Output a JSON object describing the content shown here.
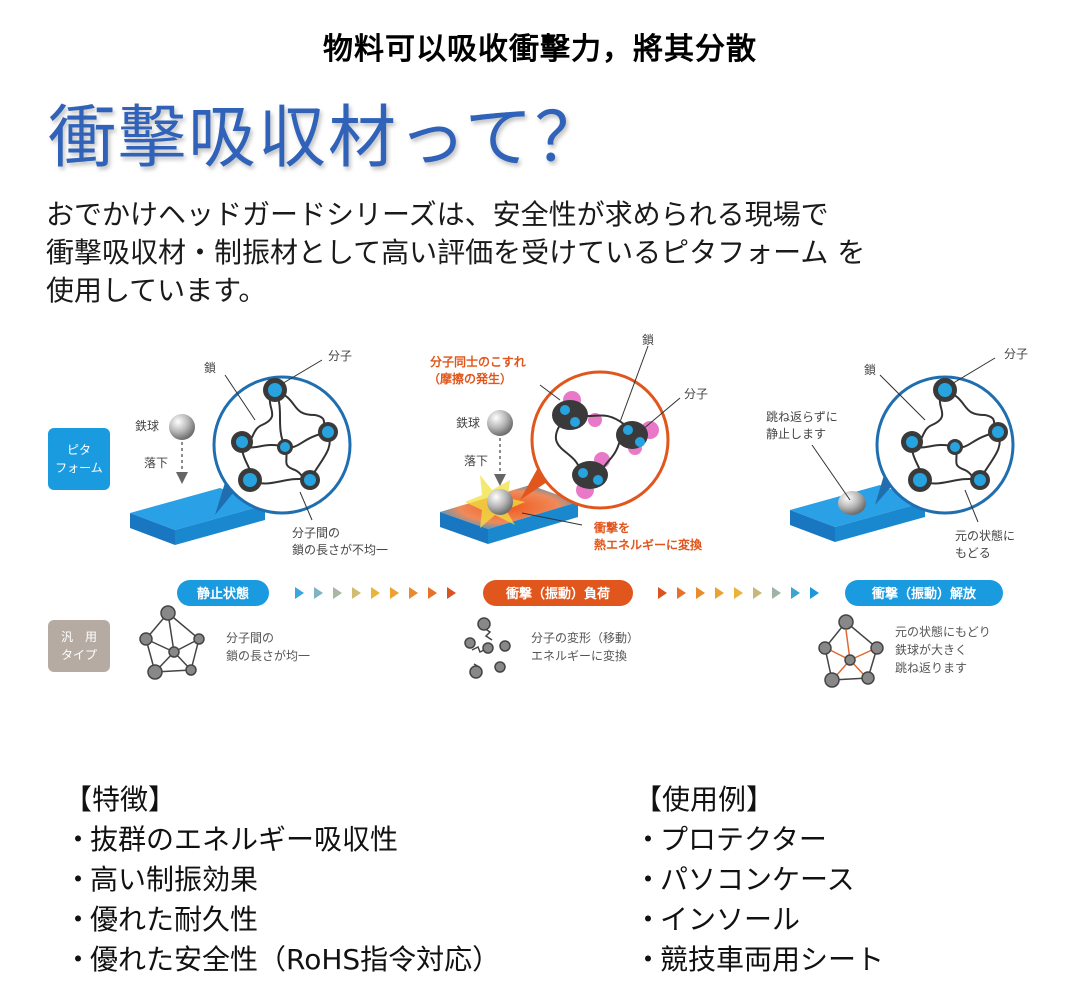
{
  "header": {
    "chinese_caption": "物料可以吸收衝擊力，將其分散",
    "title": "衝擊吸収材って？"
  },
  "intro": {
    "lines": [
      "おでかけヘッドガードシリーズは、安全性が求められる現場で",
      "衝撃吸収材・制振材として高い評価を受けているピタフォーム を",
      "使用しています。"
    ]
  },
  "diagram": {
    "row_labels": {
      "pita_foam": [
        "ピタ",
        "フォーム"
      ],
      "general_type": [
        "汎　用",
        "タイプ"
      ]
    },
    "panel_1": {
      "chain": "鎖",
      "molecule": "分子",
      "steel_ball": "鉄球",
      "drop": "落下",
      "note": [
        "分子間の",
        "鎖の長さが不均一"
      ]
    },
    "panel_2": {
      "friction": [
        "分子同士のこすれ",
        "（摩擦の発生）"
      ],
      "chain": "鎖",
      "molecule": "分子",
      "steel_ball": "鉄球",
      "drop": "落下",
      "note": [
        "衝撃を",
        "熱エネルギーに変換"
      ]
    },
    "panel_3": {
      "chain": "鎖",
      "molecule": "分子",
      "stop": [
        "跳ね返らずに",
        "静止します"
      ],
      "note": [
        "元の状態に",
        "もどる"
      ]
    },
    "stages": [
      {
        "label": "静止状態",
        "color": "#1a9be0"
      },
      {
        "label": "衝撃（振動）負荷",
        "color": "#e0561c"
      },
      {
        "label": "衝撃（振動）解放",
        "color": "#1a9be0"
      }
    ],
    "arrow_colors_1": [
      "#3aa6df",
      "#7fb3c3",
      "#a9b7a5",
      "#d1bc74",
      "#eab43c",
      "#eca232",
      "#e98a2c",
      "#e57228",
      "#dc5320"
    ],
    "arrow_colors_2": [
      "#dc5320",
      "#e57228",
      "#e98a2c",
      "#eca232",
      "#eab43c",
      "#c8b878",
      "#9cb3a6",
      "#3aa6d0",
      "#1e96dc"
    ],
    "general": {
      "col_1": [
        "分子間の",
        "鎖の長さが均一"
      ],
      "col_2": [
        "分子の変形（移動）",
        "エネルギーに変換"
      ],
      "col_3": [
        "元の状態にもどり",
        "鉄球が大きく",
        "跳ね返ります"
      ]
    },
    "colors": {
      "blue": "#1a9be0",
      "orange": "#e0561c",
      "gray_label": "#b5aba3",
      "magenta": "#e040b0",
      "circle_blue": "#1f6fb0"
    }
  },
  "features": {
    "heading": "【特徴】",
    "items": [
      "抜群のエネルギー吸収性",
      "高い制振効果",
      "優れた耐久性",
      "優れた安全性（RoHS指令対応）"
    ]
  },
  "examples": {
    "heading": "【使用例】",
    "items": [
      "プロテクター",
      "パソコンケース",
      "インソール",
      "競技車両用シート"
    ]
  },
  "bullet": "・"
}
